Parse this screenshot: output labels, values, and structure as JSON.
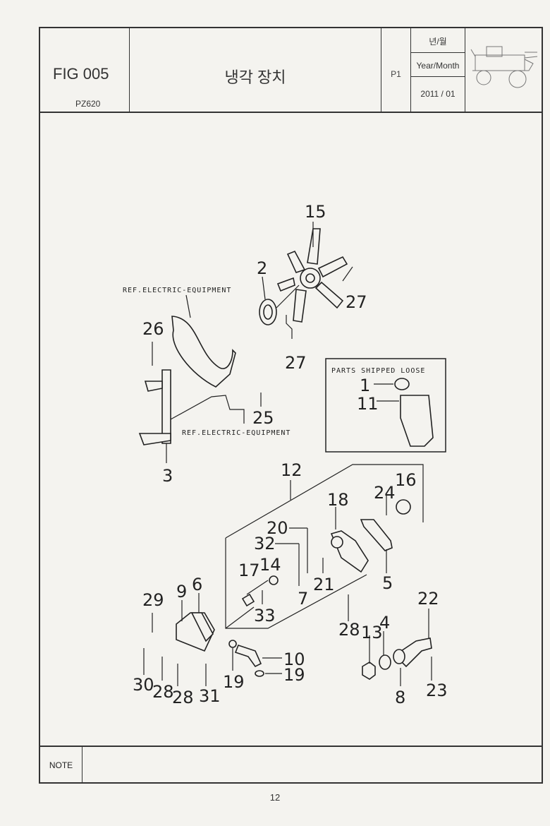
{
  "header": {
    "fig_label": "FIG 005",
    "model": "PZ620",
    "title": "냉각 장치",
    "page_code": "P1",
    "ym_korean": "년/월",
    "ym_english": "Year/Month",
    "date": "2011 / 01"
  },
  "diagram": {
    "callouts": [
      "15",
      "2",
      "27",
      "27",
      "26",
      "25",
      "3",
      "1",
      "11",
      "12",
      "16",
      "24",
      "18",
      "20",
      "32",
      "14",
      "17",
      "21",
      "5",
      "7",
      "33",
      "29",
      "9",
      "6",
      "22",
      "28",
      "13",
      "4",
      "10",
      "19",
      "30",
      "28",
      "28",
      "31",
      "19",
      "8",
      "23"
    ],
    "ref_electric_top": "REF.ELECTRIC-EQUIPMENT",
    "ref_electric_bottom": "REF.ELECTRIC-EQUIPMENT",
    "parts_shipped_loose": "PARTS SHIPPED LOOSE"
  },
  "note": {
    "label": "NOTE"
  },
  "footer": {
    "page_number": "12"
  }
}
